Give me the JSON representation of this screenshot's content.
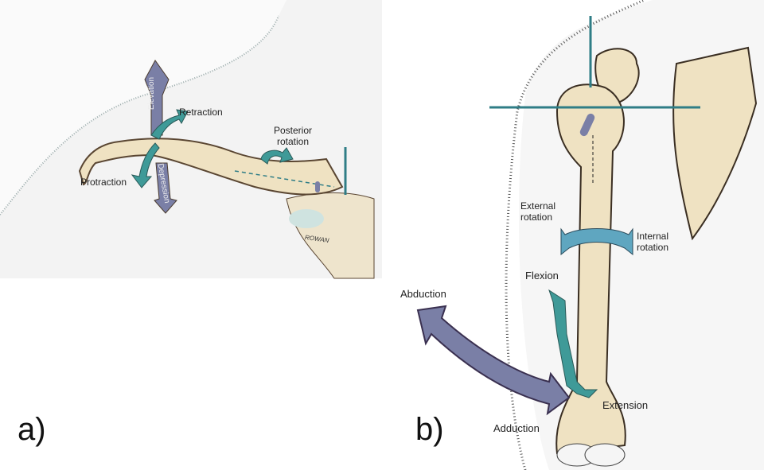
{
  "panel_a": {
    "label": "a)",
    "elevation": "Elevation",
    "retraction": "Retraction",
    "posterior_rotation_1": "Posterior",
    "posterior_rotation_2": "rotation",
    "protraction": "Protraction",
    "depression": "Depression",
    "signature": "ROWAN"
  },
  "panel_b": {
    "label": "b)",
    "external_rotation_1": "External",
    "external_rotation_2": "rotation",
    "internal_rotation_1": "Internal",
    "internal_rotation_2": "rotation",
    "flexion": "Flexion",
    "abduction": "Abduction",
    "extension": "Extension",
    "adduction": "Adduction"
  },
  "colors": {
    "bone": "#efe2c2",
    "outline": "#5a4632",
    "teal": "#3f9a98",
    "slate": "#7a7fa6",
    "axis": "#2f7d86"
  }
}
